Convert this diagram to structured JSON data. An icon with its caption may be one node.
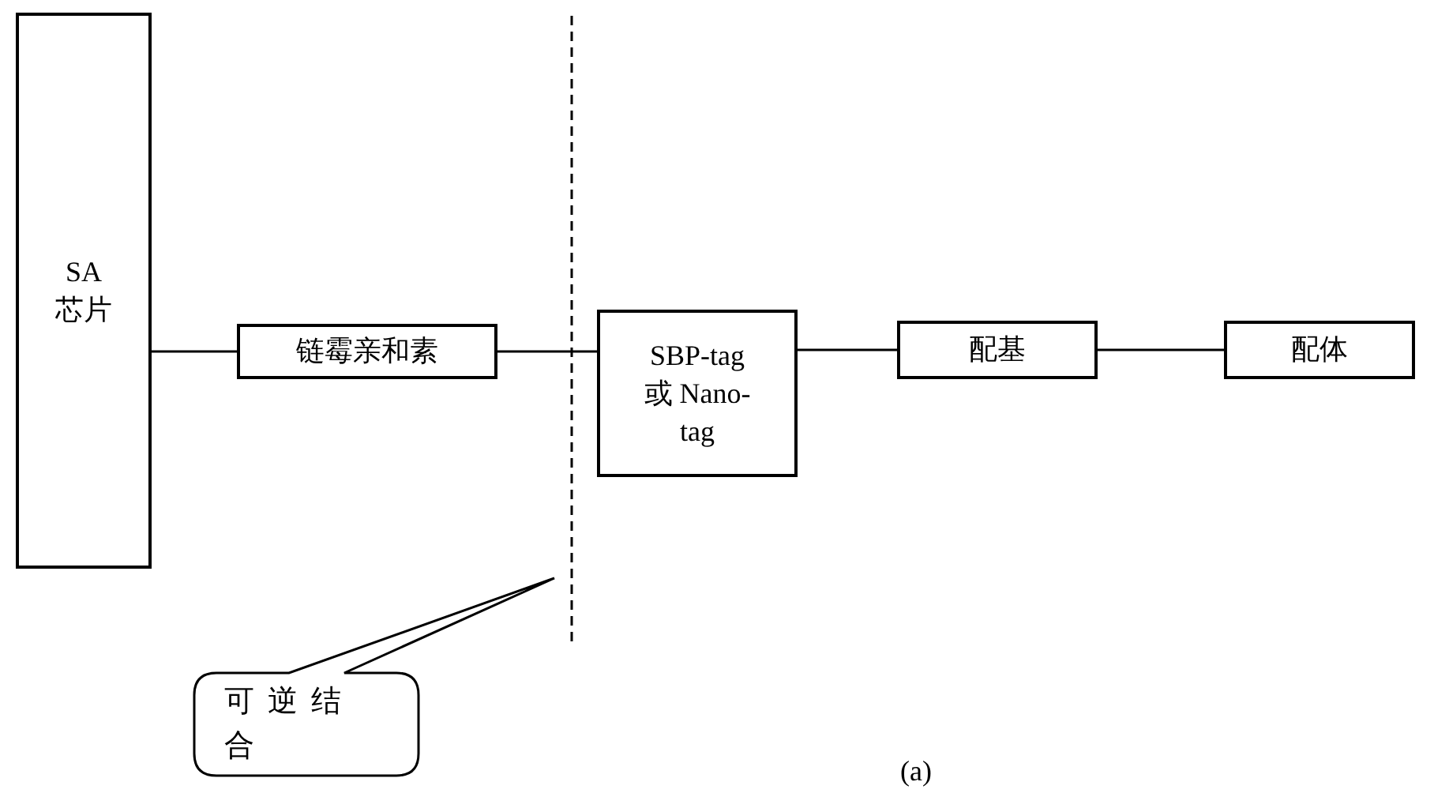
{
  "diagram": {
    "nodes": [
      {
        "text": [
          "SA 芯片"
        ]
      },
      {
        "text": [
          "链霉亲和素"
        ]
      },
      {
        "text": [
          "SBP-tag 或 Nano-tag"
        ]
      },
      {
        "text": [
          "配基"
        ]
      },
      {
        "text": [
          "配体"
        ]
      },
      {
        "text": [
          "可逆结合"
        ]
      }
    ],
    "edges": [
      {
        "from": 0,
        "to": 1,
        "arrow": "none"
      },
      {
        "from": 1,
        "to": 2,
        "arrow": "none"
      },
      {
        "from": 2,
        "to": 3,
        "arrow": "none"
      },
      {
        "from": 3,
        "to": 4,
        "arrow": "none"
      }
    ],
    "labels": [
      "(a)"
    ]
  }
}
